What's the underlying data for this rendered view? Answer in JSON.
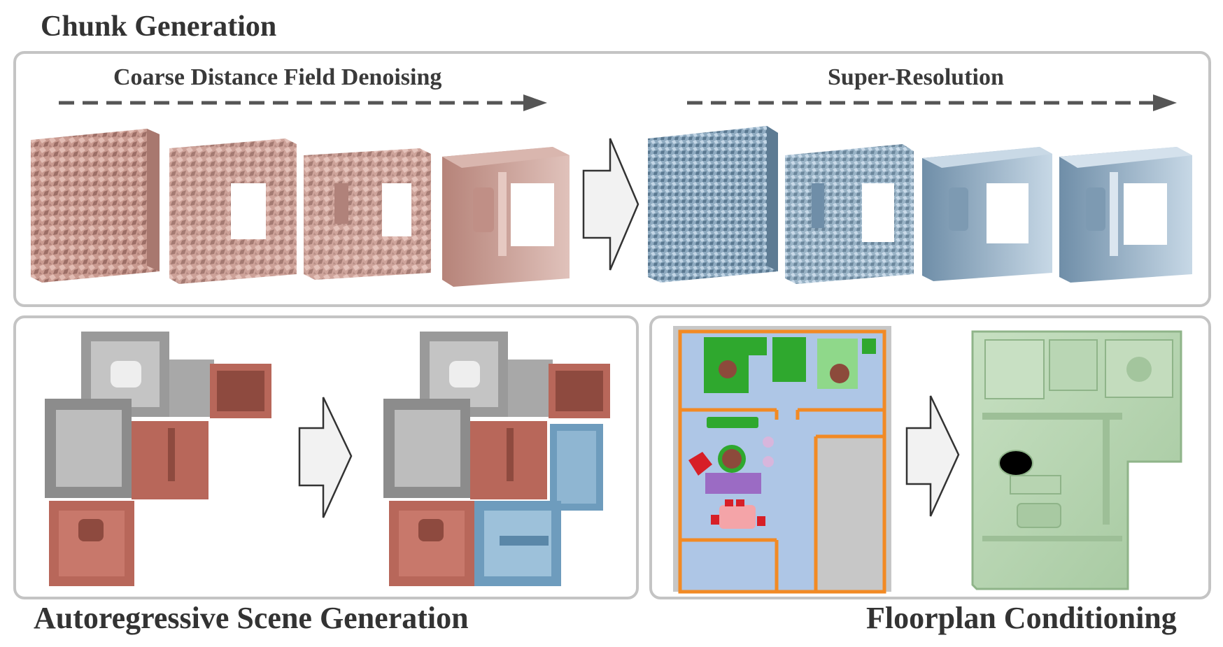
{
  "sections": {
    "chunk": {
      "title": "Chunk Generation",
      "stage1": "Coarse Distance Field Denoising",
      "stage2": "Super-Resolution"
    },
    "autoregressive": {
      "title": "Autoregressive Scene Generation"
    },
    "floorplan": {
      "title": "Floorplan Conditioning"
    }
  },
  "colors": {
    "border": "#c4c4c4",
    "coarse_mesh": "#c99a90",
    "fine_mesh": "#8eaac0",
    "gray_mesh": "#9a9a9a",
    "red_mesh": "#b8675a",
    "blue_mesh": "#6e9cbd",
    "green_mesh": "#b3d1ae",
    "floor": "#aec6e6",
    "wall": "#f28a24",
    "furniture_green": "#2fa82e",
    "furniture_light_green": "#8fd88a",
    "furniture_brown": "#8c4a3b",
    "furniture_red": "#d71f27",
    "furniture_purple": "#9b6bc4",
    "furniture_pink": "#f4a4a8",
    "empty_area": "#c7c7c7"
  }
}
